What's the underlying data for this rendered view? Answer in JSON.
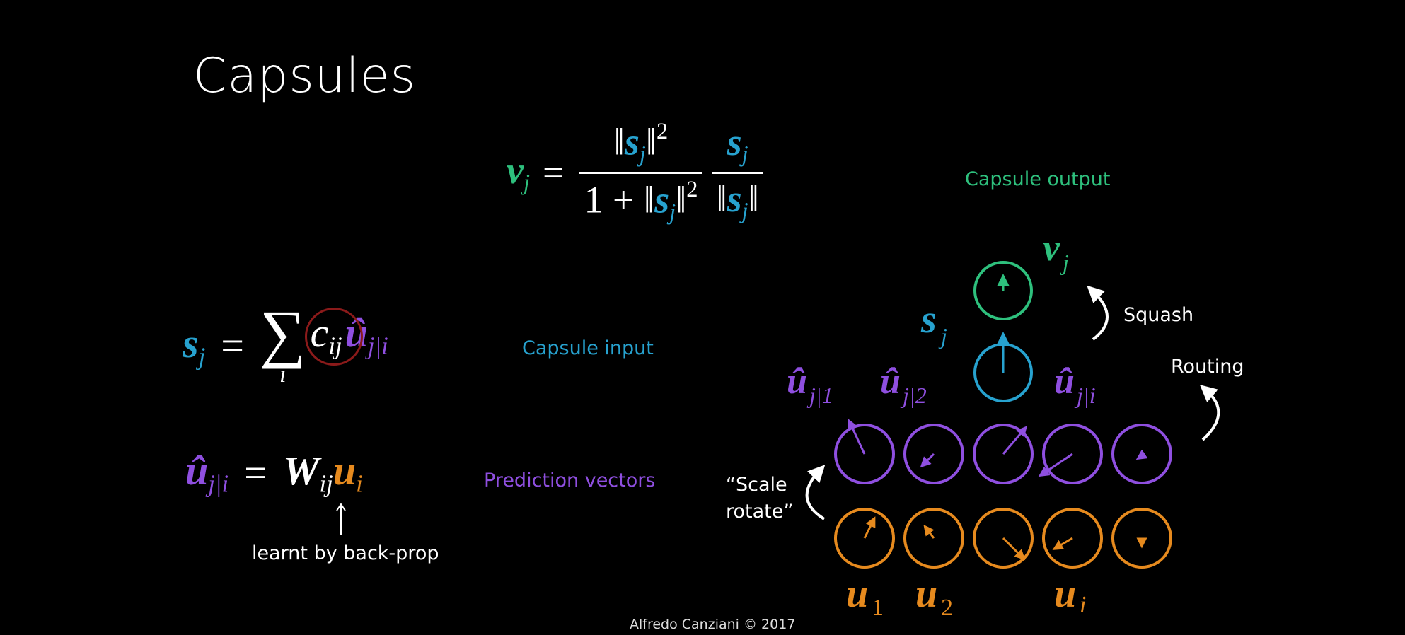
{
  "title": "Capsules",
  "equations": {
    "output_label": "Capsule output",
    "input_label": "Capsule input",
    "prediction_label": "Prediction vectors",
    "backprop_note": "learnt by back-prop"
  },
  "diagram": {
    "squash_label": "Squash",
    "routing_label": "Routing",
    "scale_rotate_label_1": "“Scale",
    "scale_rotate_label_2": "rotate”"
  },
  "footer": "Alfredo Canziani © 2017",
  "colors": {
    "background": "#000000",
    "output_green": "#2ec07d",
    "input_blue": "#27a2cf",
    "prediction_purple": "#8f4fe0",
    "capsule_orange": "#e68a1e",
    "coupling_red": "#8b1a1a"
  }
}
